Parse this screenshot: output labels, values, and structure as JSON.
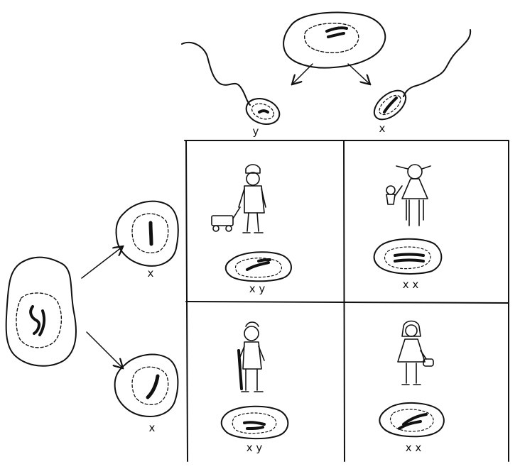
{
  "sperm_labels": [
    "y",
    "x"
  ],
  "egg_labels": [
    "x",
    "x"
  ],
  "cells": [
    {
      "genotype": "x y",
      "figure": "boy-with-wagon"
    },
    {
      "genotype": "x x",
      "figure": "girl-with-doll"
    },
    {
      "genotype": "x y",
      "figure": "boy-with-bat"
    },
    {
      "genotype": "x x",
      "figure": "girl-with-purse"
    }
  ],
  "ink_color": "#111111"
}
